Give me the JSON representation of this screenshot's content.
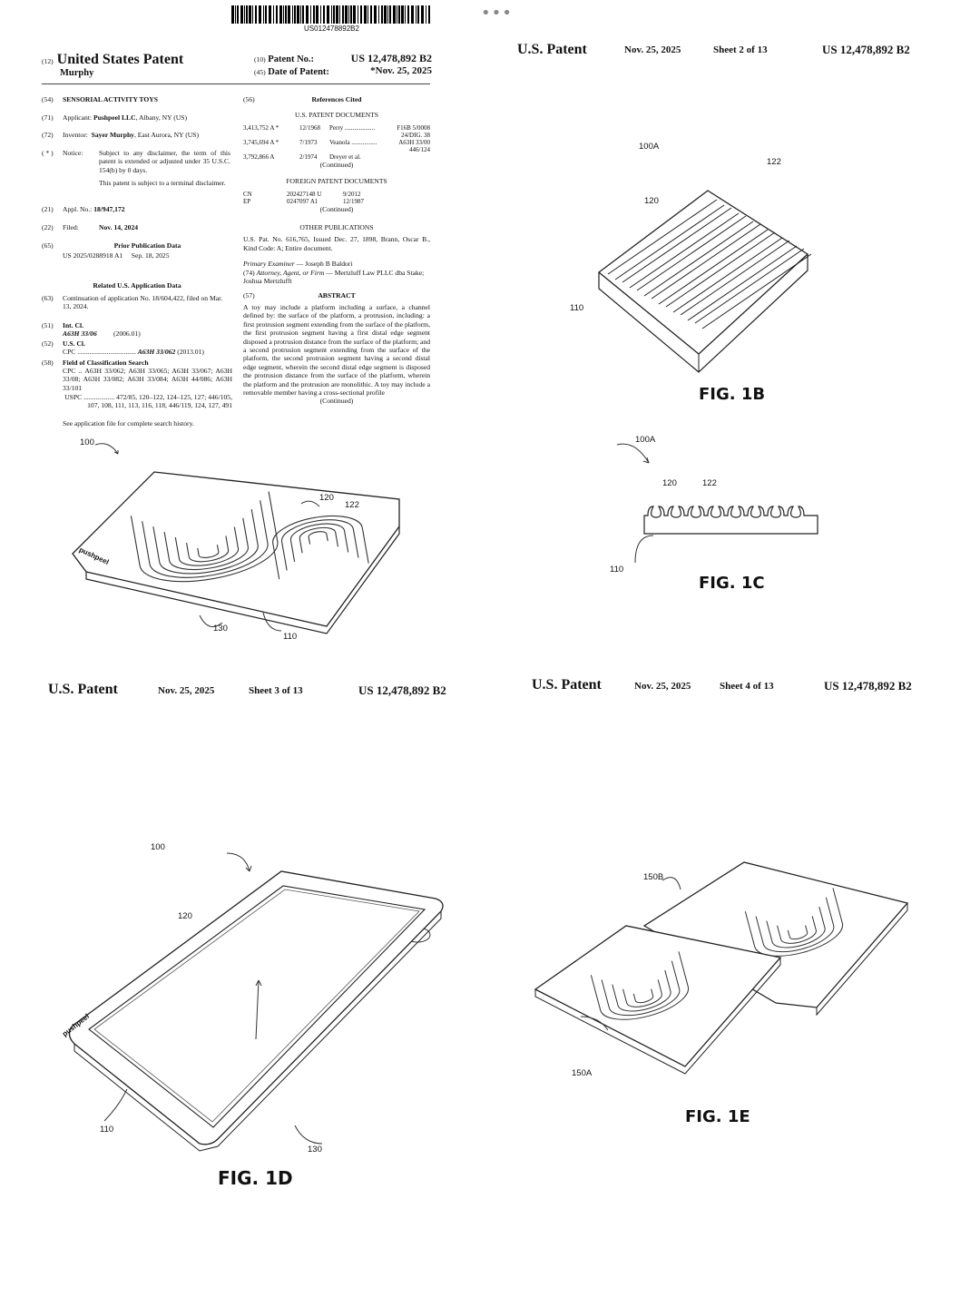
{
  "page1": {
    "barcode_text": "US012478892B2",
    "code12": "(12)",
    "doc_type": "United States Patent",
    "inventor_surname": "Murphy",
    "code10": "(10)",
    "patent_no_label": "Patent No.:",
    "patent_no": "US 12,478,892 B2",
    "code45": "(45)",
    "date_label": "Date of Patent:",
    "date": "*Nov. 25, 2025",
    "f54": {
      "code": "(54)",
      "text": "SENSORIAL ACTIVITY TOYS"
    },
    "f71": {
      "code": "(71)",
      "label": "Applicant:",
      "name": "Pushpeel LLC",
      "rest": ", Albany, NY (US)"
    },
    "f72": {
      "code": "(72)",
      "label": "Inventor:",
      "name": "Sayer Murphy",
      "rest": ", East Aurora, NY (US)"
    },
    "notice": {
      "code": "( * )",
      "label": "Notice:",
      "text1": "Subject to any disclaimer, the term of this patent is extended or adjusted under 35 U.S.C. 154(b) by 0 days.",
      "text2": "This patent is subject to a terminal disclaimer."
    },
    "f21": {
      "code": "(21)",
      "label": "Appl. No.:",
      "value": "18/947,172"
    },
    "f22": {
      "code": "(22)",
      "label": "Filed:",
      "value": "Nov. 14, 2024"
    },
    "f65": {
      "code": "(65)",
      "title": "Prior Publication Data",
      "pub": "US 2025/0288918 A1",
      "date": "Sep. 18, 2025"
    },
    "related_title": "Related U.S. Application Data",
    "f63": {
      "code": "(63)",
      "text": "Continuation of application No. 18/604,422, filed on Mar. 13, 2024."
    },
    "f51": {
      "code": "(51)",
      "label": "Int. Cl.",
      "class": "A63H 33/06",
      "year": "(2006.01)"
    },
    "f52": {
      "code": "(52)",
      "label": "U.S. Cl.",
      "cpc": "CPC ..................................",
      "class": "A63H 33/062",
      "year": "(2013.01)"
    },
    "f58": {
      "code": "(58)",
      "label": "Field of Classification Search",
      "cpc": "CPC .. A63H 33/062; A63H 33/065; A63H 33/067; A63H 33/08; A63H 33/082; A63H 33/084; A63H 44/086; A63H 33/101",
      "uspc": "USPC .................. 472/85, 120–122, 124–125, 127; 446/105, 107, 108, 111, 113, 116, 118, 446/119, 124, 127, 491",
      "see": "See application file for complete search history."
    },
    "f56": {
      "code": "(56)",
      "title": "References Cited",
      "us_title": "U.S. PATENT DOCUMENTS",
      "us_refs": [
        {
          "no": "3,413,752 A *",
          "date": "12/1968",
          "name": "Perry ...................",
          "cls": "F16B 5/0008",
          "cls2": "24/DIG. 38"
        },
        {
          "no": "3,745,694 A *",
          "date": "7/1973",
          "name": "Veanola ................",
          "cls": "A63H 33/00",
          "cls2": "446/124"
        },
        {
          "no": "3,792,866 A",
          "date": "2/1974",
          "name": "Dreyer et al.",
          "cls": "",
          "cls2": ""
        }
      ],
      "continued": "(Continued)",
      "foreign_title": "FOREIGN PATENT DOCUMENTS",
      "foreign_refs": [
        {
          "country": "CN",
          "no": "202427148 U",
          "date": "9/2012"
        },
        {
          "country": "EP",
          "no": "0247097 A1",
          "date": "12/1987"
        }
      ],
      "other_title": "OTHER PUBLICATIONS",
      "other": "U.S. Pat. No. 616,765, Issued Dec. 27, 1898, Brann, Oscar B., Kind Code: A; Entire document."
    },
    "examiner_label": "Primary Examiner",
    "examiner": " — Joseph B Baldori",
    "f74": {
      "code": "(74)",
      "label": "Attorney, Agent, or Firm",
      "text": " — Mertzluff Law PLLC dba Stake; Joshua Mertzlufft"
    },
    "f57": {
      "code": "(57)",
      "title": "ABSTRACT",
      "text": "A toy may include a platform including a surface, a channel defined by: the surface of the platform, a protrusion, including: a first protrusion segment extending from the surface of the platform, the first protrusion segment having a first distal edge segment disposed a protrusion distance from the surface of the platform; and a second protrusion segment extending from the surface of the platform, the second protrusion segment having a second distal edge segment, wherein the second distal edge segment is disposed the protrusion distance from the surface of the platform, wherein the platform and the protrusion are monolithic. A toy may include a removable member having a cross-sectional profile",
      "continued": "(Continued)"
    },
    "fig_labels": {
      "l100": "100",
      "l120": "120",
      "l122": "122",
      "l130": "130",
      "l110": "110",
      "brand": "pushpeel"
    }
  },
  "sheet2": {
    "title": "U.S. Patent",
    "date": "Nov. 25, 2025",
    "sheet": "Sheet 2 of 13",
    "no": "US 12,478,892 B2",
    "fig1b": {
      "caption": "FIG. 1B",
      "l100a": "100A",
      "l122": "122",
      "l120": "120",
      "l110": "110"
    },
    "fig1c": {
      "caption": "FIG. 1C",
      "l100a": "100A",
      "l120": "120",
      "l122": "122",
      "l110": "110"
    }
  },
  "sheet3": {
    "title": "U.S. Patent",
    "date": "Nov. 25, 2025",
    "sheet": "Sheet 3 of 13",
    "no": "US 12,478,892 B2",
    "fig1d": {
      "caption": "FIG. 1D",
      "l100": "100",
      "l120": "120",
      "l110": "110",
      "l130": "130",
      "brand": "pushpeel"
    }
  },
  "sheet4": {
    "title": "U.S. Patent",
    "date": "Nov. 25, 2025",
    "sheet": "Sheet 4 of 13",
    "no": "US 12,478,892 B2",
    "fig1e": {
      "caption": "FIG. 1E",
      "l150b": "150B",
      "l150a": "150A"
    }
  },
  "more_icon": "more-dots-icon"
}
